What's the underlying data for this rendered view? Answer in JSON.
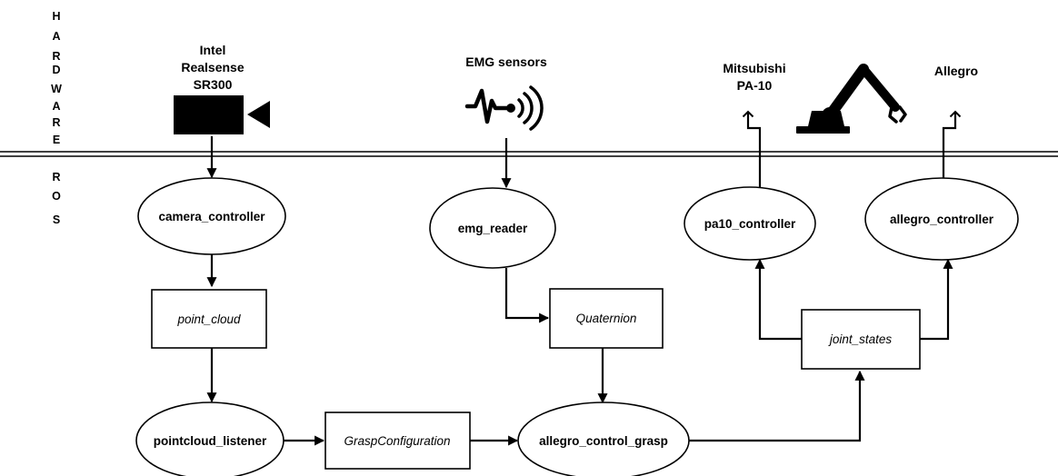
{
  "hardware_label": [
    "H",
    "A",
    "R",
    "D",
    "W",
    "A",
    "R",
    "E"
  ],
  "ros_label": [
    "R",
    "O",
    "S"
  ],
  "hardware": {
    "camera": [
      "Intel",
      "Realsense",
      "SR300"
    ],
    "emg": "EMG sensors",
    "arm": [
      "Mitsubishi",
      "PA-10"
    ],
    "hand": "Allegro"
  },
  "nodes": {
    "camera_controller": "camera_controller",
    "emg_reader": "emg_reader",
    "pa10_controller": "pa10_controller",
    "allegro_controller": "allegro_controller",
    "pointcloud_listener": "pointcloud_listener",
    "allegro_control_grasp": "allegro_control_grasp"
  },
  "topics": {
    "point_cloud": "point_cloud",
    "quaternion": "Quaternion",
    "joint_states": "joint_states",
    "grasp_configuration": "GraspConfiguration"
  },
  "icons": {
    "camera": "video-camera-icon",
    "emg": "emg-sensor-signal-icon",
    "robot_arm": "robot-arm-icon"
  },
  "colors": {
    "ink": "#000000",
    "background": "#ffffff"
  }
}
